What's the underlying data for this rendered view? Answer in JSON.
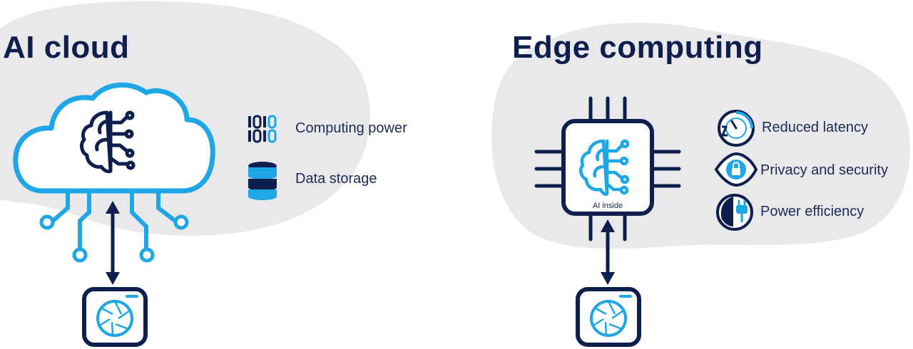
{
  "ai_cloud": {
    "title": "AI cloud",
    "features": [
      {
        "label": "Computing power",
        "icon": "binary-code-icon"
      },
      {
        "label": "Data storage",
        "icon": "database-icon"
      }
    ]
  },
  "edge": {
    "title": "Edge computing",
    "chip_label": "AI inside",
    "features": [
      {
        "label": "Reduced latency",
        "icon": "latency-clock-icon"
      },
      {
        "label": "Privacy and security",
        "icon": "eye-lock-icon"
      },
      {
        "label": "Power efficiency",
        "icon": "leaf-plug-icon"
      }
    ]
  },
  "colors": {
    "navy": "#0f1f4d",
    "blue": "#1ea6e6",
    "blob": "#e9e9ec"
  }
}
